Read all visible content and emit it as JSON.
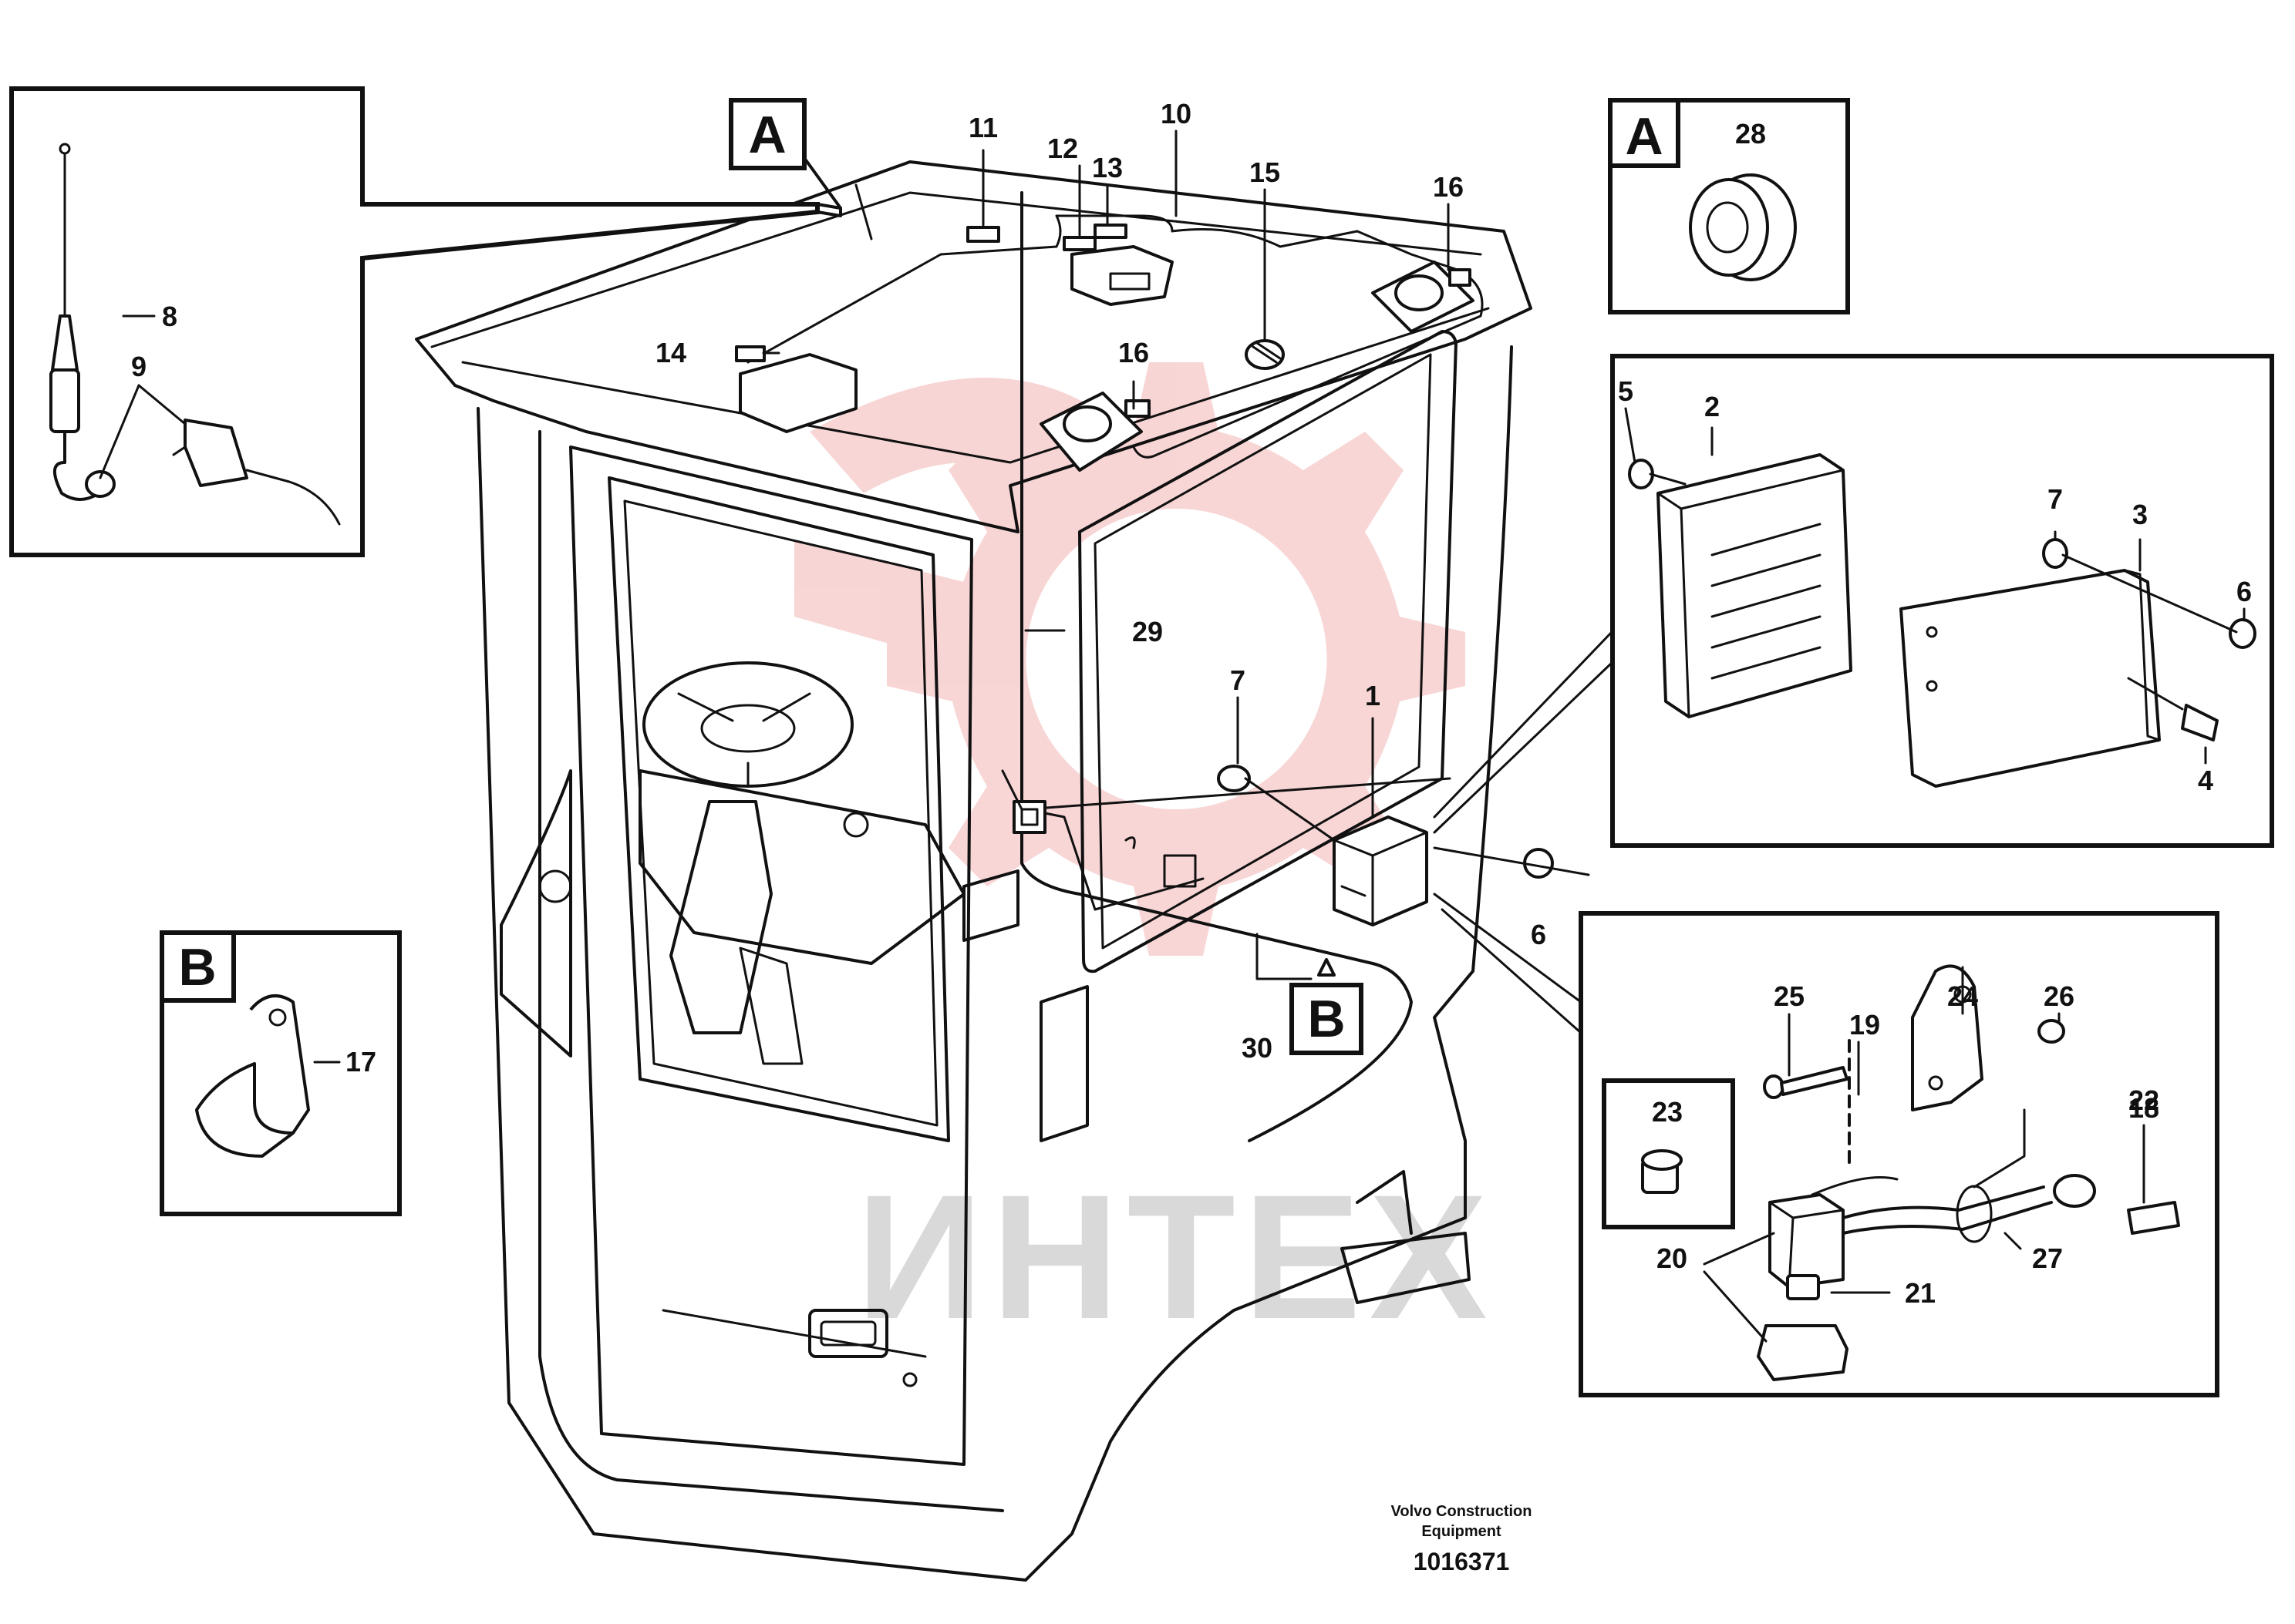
{
  "watermark": {
    "text": "ИНТЕХ",
    "color": "#f3b4b4"
  },
  "callouts": {
    "n1": "1",
    "n2": "2",
    "n3": "3",
    "n4": "4",
    "n5": "5",
    "n6": "6",
    "n7": "7",
    "n8": "8",
    "n9": "9",
    "n10": "10",
    "n11": "11",
    "n12": "12",
    "n13": "13",
    "n14": "14",
    "n15": "15",
    "n16": "16",
    "n17": "17",
    "n18": "18",
    "n19": "19",
    "n20": "20",
    "n21": "21",
    "n22": "22",
    "n23": "23",
    "n24": "24",
    "n25": "25",
    "n26": "26",
    "n27": "27",
    "n28": "28",
    "n29": "29",
    "n30": "30"
  },
  "detail_labels": {
    "a": "A",
    "b": "B"
  },
  "footer": {
    "line1": "Volvo Construction",
    "line2": "Equipment",
    "drawing_number": "1016371"
  }
}
